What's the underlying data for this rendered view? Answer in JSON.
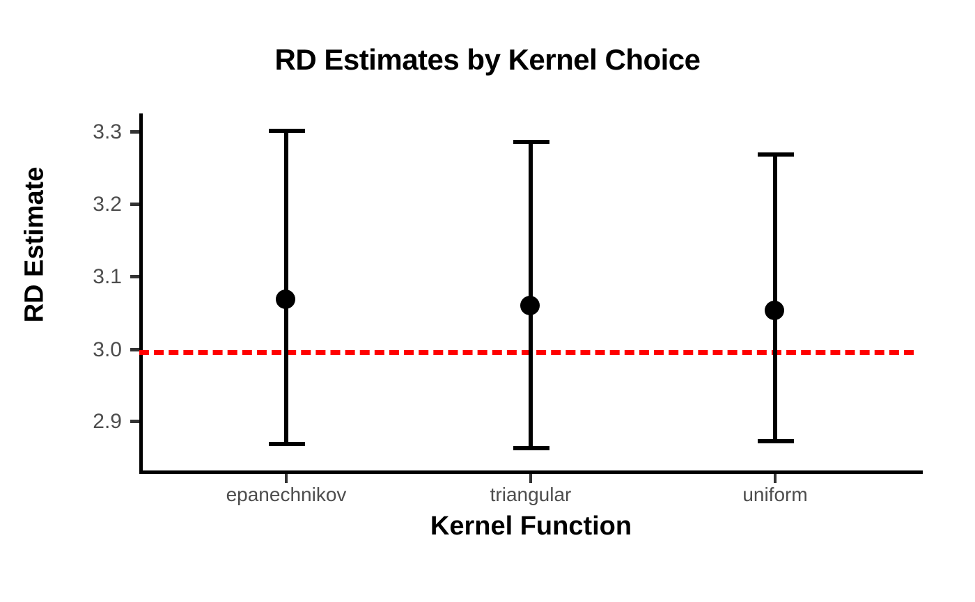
{
  "chart_data": {
    "type": "scatter",
    "title": "RD Estimates by Kernel Choice",
    "xlabel": "Kernel Function",
    "ylabel": "RD Estimate",
    "categories": [
      "epanechnikov",
      "triangular",
      "uniform"
    ],
    "values": [
      3.07,
      3.062,
      3.055
    ],
    "ci_lower": [
      2.861,
      2.855,
      2.873
    ],
    "ci_upper": [
      3.303,
      3.288,
      3.27
    ],
    "ylim": [
      2.845,
      3.325
    ],
    "yticks": [
      "2.9",
      "3.0",
      "3.1",
      "3.2",
      "3.3"
    ],
    "ytick_values": [
      2.9,
      3.0,
      3.1,
      3.2,
      3.3
    ],
    "grid": false,
    "legend": "none",
    "annotations": [
      {
        "name": "reference-line",
        "type": "hline",
        "value": 3.0,
        "style": "dashed",
        "color": "#FF0000"
      }
    ],
    "point_color": "#000000",
    "errorbar_color": "#000000",
    "axis_color": "#000000",
    "tick_label_color": "#4D4D4D",
    "background_color": "#FFFFFF"
  }
}
